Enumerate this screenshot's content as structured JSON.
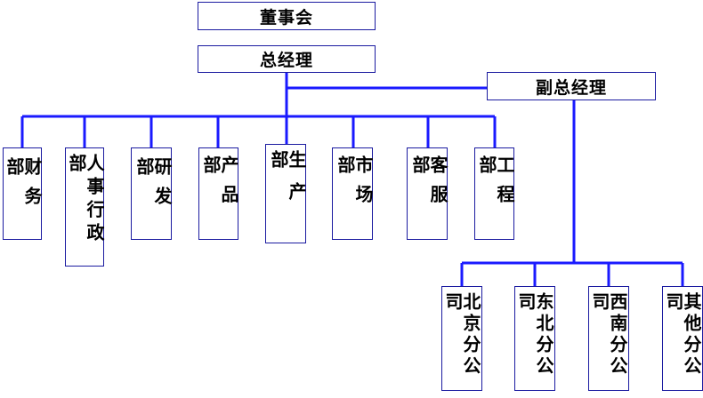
{
  "colors": {
    "line": "#1a1aff",
    "border": "#1a1aa0"
  },
  "top": {
    "board": "董事会",
    "gm": "总经理",
    "deputy": "副总经理"
  },
  "departments": [
    "财务部",
    "人事行政部",
    "研发部",
    "产品部",
    "生产部",
    "市场部",
    "客服部",
    "工程部"
  ],
  "branches": [
    "北京分公司",
    "东北分公司",
    "西南分公司",
    "其他分公司"
  ]
}
